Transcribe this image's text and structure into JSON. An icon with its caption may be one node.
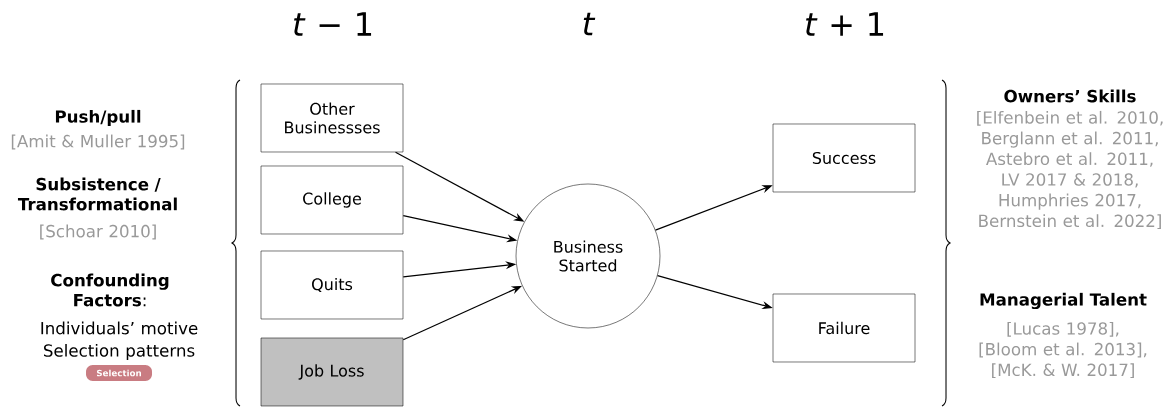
{
  "diagram": {
    "nodes": [
      {
        "text": [
          "Other Businessses"
        ]
      },
      {
        "text": [
          "College"
        ]
      },
      {
        "text": [
          "Quits"
        ]
      },
      {
        "text": [
          "Job Loss"
        ]
      },
      {
        "text": [
          "Business Started"
        ]
      },
      {
        "text": [
          "Success"
        ]
      },
      {
        "text": [
          "Failure"
        ]
      },
      {
        "text": [
          "Selection"
        ]
      }
    ],
    "edges": [
      {
        "from": 0,
        "to": 4,
        "arrow": "to"
      },
      {
        "from": 1,
        "to": 4,
        "arrow": "to"
      },
      {
        "from": 2,
        "to": 4,
        "arrow": "to"
      },
      {
        "from": 3,
        "to": 4,
        "arrow": "to"
      },
      {
        "from": 4,
        "to": 5,
        "arrow": "to"
      },
      {
        "from": 4,
        "to": 6,
        "arrow": "to"
      }
    ],
    "labels": [
      "*t* − 1",
      "t",
      "*t* + 1",
      "Push/pull",
      "[Amit & Muller 1995]",
      "Subsistence / Transformational",
      "[Schoar 2010]",
      "**Confounding Factors**:",
      "Individuals’ motive",
      "Selection patterns",
      "Owners’ Skills",
      "[Elfenbein et al. 2010, Berglann et al. 2011, Astebro et al. 2011, LV 2017 & 2018, Humphries 2017, Bernstein et al. 2022]",
      "Managerial Talent",
      "[Lucas 1978], [Bloom et al. 2013], [McK. & W. 2017]"
    ]
  }
}
